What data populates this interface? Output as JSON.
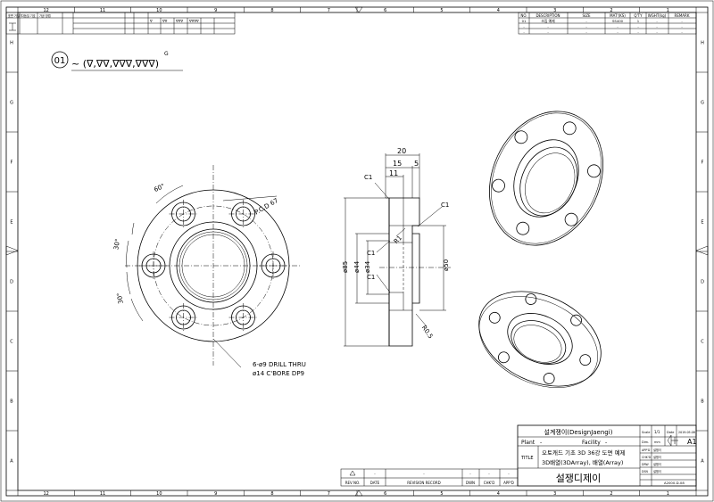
{
  "title_block": {
    "company": "설계쟁이(DesignJaengi)",
    "plant_label": "Plant",
    "plant_value": "-",
    "facility_label": "Facility",
    "facility_value": "-",
    "title_label": "TITLE",
    "title_line1": "오토캐드 기초 3D 36강 도면 예제",
    "title_line2": "3D배열(3DArray), 배열(Array)",
    "logo_text": "설쟁디제이",
    "scale_label": "Scale",
    "scale_value": "1/1",
    "date_label": "Date",
    "date_value": "2019.05.08",
    "dim_label": "Dim.",
    "dim_value": "mm",
    "size_value": "A1",
    "approved_label": "APP'D",
    "checked_label": "CHK'D",
    "drawn_label": "DRW",
    "designed_label": "DSN",
    "sign_text": "설쟁이",
    "dwg_no": "A2000-D-08"
  },
  "bom": {
    "headers": [
      "NO.",
      "DESCRIPTION",
      "SIZE",
      "MAT'(KS)",
      "Q'TY",
      "WGHT(kg)",
      "REMARK"
    ],
    "rows": [
      [
        "01",
        "조립 예제",
        "-",
        "SS400",
        "1",
        "-",
        "-"
      ],
      [
        "-",
        "-",
        "-",
        "-",
        "-",
        "-",
        "-"
      ],
      [
        "-",
        "-",
        "-",
        "-",
        "-",
        "-",
        "-"
      ]
    ]
  },
  "revision": {
    "headers": [
      "REV NO.",
      "DATE",
      "REVISION RECORD",
      "DWN",
      "CHK'D",
      "APP'D"
    ],
    "row": [
      "",
      "-",
      "-",
      "-",
      "-",
      "-"
    ]
  },
  "border": {
    "cols_top": [
      "12",
      "11",
      "10",
      "9",
      "8",
      "7",
      "6",
      "5",
      "4",
      "3",
      "2",
      "1"
    ],
    "cols_bottom": [
      "12",
      "11",
      "10",
      "9",
      "8",
      "7",
      "6",
      "5",
      "4",
      "3",
      "2",
      "1"
    ],
    "rows": [
      "H",
      "G",
      "F",
      "E",
      "D",
      "C",
      "B",
      "A"
    ]
  },
  "roughness": {
    "balloon": "01",
    "spec": "~ (∇,∇∇,∇∇∇,∇∇∇)",
    "note_g": "G"
  },
  "front_view": {
    "angle_60": "60°",
    "angle_30a": "30°",
    "angle_30b": "30°",
    "pcd": "P.C.D 67",
    "note1": "6-ø9 DRILL THRU",
    "note2": "ø14 C'BORE DP9"
  },
  "section_view": {
    "d20": "20",
    "d15": "15",
    "d5": "5",
    "d11": "11",
    "c1a": "C1",
    "c1b": "C1",
    "c1c": "C1",
    "c1d": "C1",
    "r1": "R1",
    "r05": "R0.5",
    "d85": "ø85",
    "d44": "ø44",
    "d34": "ø34",
    "d50": "ø50"
  },
  "top_left_table": {
    "headers": [
      "표면 거칠기",
      "다듬질 기호",
      "가공 방법"
    ],
    "symbol_row": [
      "∇",
      "∇∇",
      "∇∇∇",
      "∇∇∇∇"
    ]
  }
}
